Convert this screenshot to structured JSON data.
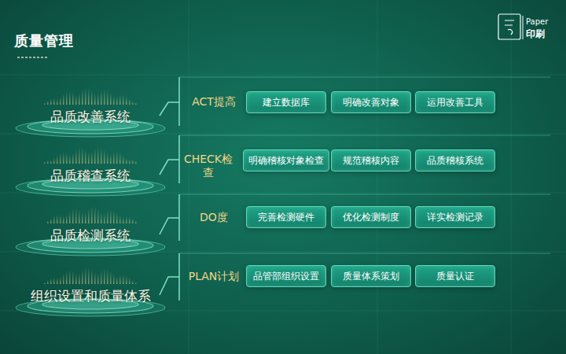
{
  "diagram": {
    "title": "质量管理",
    "nodes": [
      {
        "text": [
          "品质改善系统"
        ]
      },
      {
        "text": [
          "建立数据库"
        ]
      },
      {
        "text": [
          "明确改善对象"
        ]
      },
      {
        "text": [
          "运用改善工具"
        ]
      },
      {
        "text": [
          "品质稽查系统"
        ]
      },
      {
        "text": [
          "明确稽核对象检查"
        ]
      },
      {
        "text": [
          "规范稽核内容"
        ]
      },
      {
        "text": [
          "品质稽核系统"
        ]
      },
      {
        "text": [
          "品质检测系统"
        ]
      },
      {
        "text": [
          "完善检测硬件"
        ]
      },
      {
        "text": [
          "优化检测制度"
        ]
      },
      {
        "text": [
          "详实检测记录"
        ]
      },
      {
        "text": [
          "组织设置和质量体系"
        ]
      },
      {
        "text": [
          "品管部组织设置"
        ]
      },
      {
        "text": [
          "质量体系策划"
        ]
      },
      {
        "text": [
          "质量认证"
        ]
      }
    ],
    "labels": [
      "ACT提高",
      "CHECK检查",
      "DO度",
      "PLAN计划",
      "Paper",
      "印刷"
    ]
  }
}
